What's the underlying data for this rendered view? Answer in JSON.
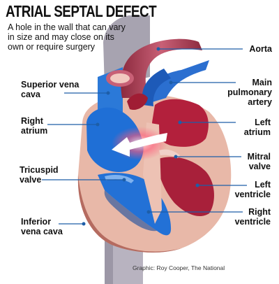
{
  "title": "ATRIAL SEPTAL DEFECT",
  "subtitle": "A hole in the wall that can vary in size and may close on its own or require surgery",
  "labels": {
    "aorta": "Aorta",
    "main_pulmonary_artery": "Main\npulmonary\nartery",
    "superior_vena_cava": "Superior vena\ncava",
    "right_atrium": "Right\natrium",
    "left_atrium": "Left\natrium",
    "mitral_valve": "Mitral\nvalve",
    "tricuspid_valve": "Tricuspid\nvalve",
    "left_ventricle": "Left\nventricle",
    "inferior_vena_cava": "Inferior\nvena cava",
    "right_ventricle": "Right\nventricle"
  },
  "credit": "Graphic: Roy Cooper, The National",
  "colors": {
    "deoxygenated": "#1f6fd6",
    "oxygenated": "#b3203c",
    "muscle": "#e8b8a8",
    "leader": "#1d5ea8"
  }
}
